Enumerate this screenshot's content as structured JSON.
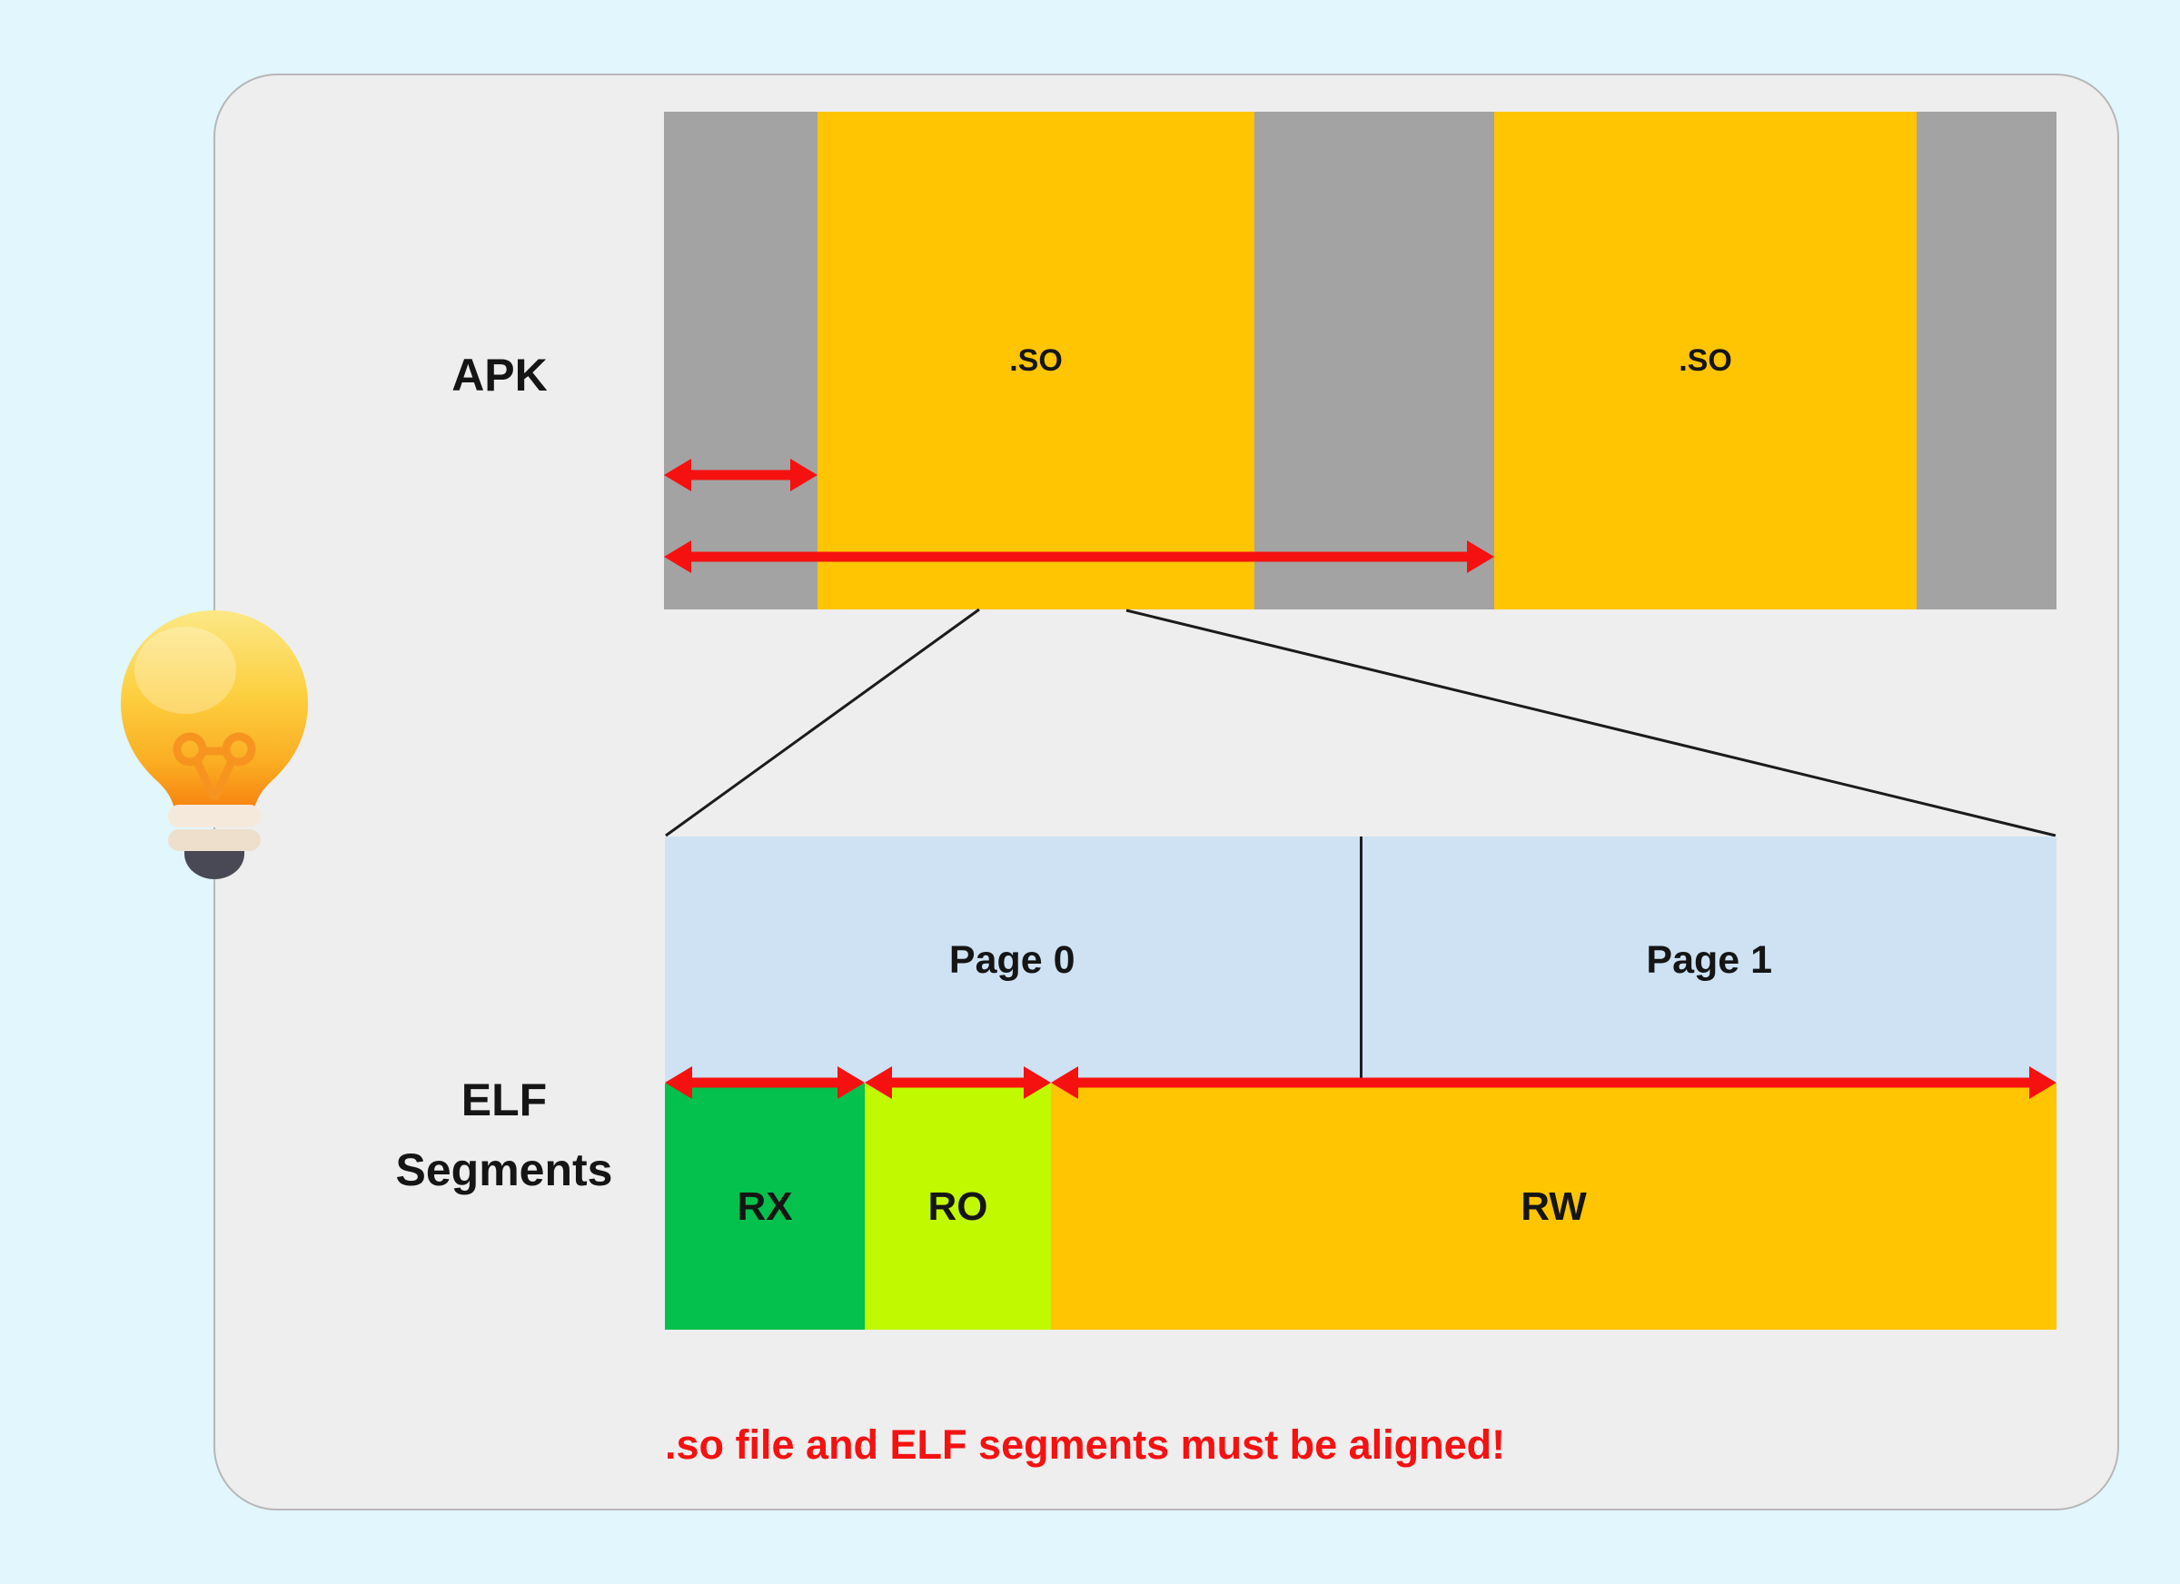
{
  "colors": {
    "page_background": "#e1f6fd",
    "card_background": "#eeeeee",
    "apk_gap_gray": "#a3a3a3",
    "so_amber": "#ffc402",
    "page_blue": "#cee2f4",
    "rx_green": "#04c04c",
    "ro_lime": "#c1f900",
    "rw_amber": "#ffc402",
    "arrow_red": "#f61111",
    "note_red": "#f61111"
  },
  "apk": {
    "label": "APK",
    "segments": [
      {
        "kind": "gap",
        "label": ""
      },
      {
        "kind": "so",
        "label": ".SO"
      },
      {
        "kind": "gap",
        "label": ""
      },
      {
        "kind": "so",
        "label": ".SO"
      },
      {
        "kind": "gap",
        "label": ""
      }
    ]
  },
  "elf": {
    "label": [
      "ELF",
      "Segments"
    ],
    "pages": [
      {
        "label": "Page 0"
      },
      {
        "label": "Page 1"
      }
    ],
    "segments": [
      {
        "label": "RX",
        "color": "#04c04c"
      },
      {
        "label": "RO",
        "color": "#c1f900"
      },
      {
        "label": "RW",
        "color": "#ffc402"
      }
    ]
  },
  "note": {
    "text": ".so file and ELF segments must be aligned!"
  },
  "icons": {
    "lightbulb": "💡"
  }
}
